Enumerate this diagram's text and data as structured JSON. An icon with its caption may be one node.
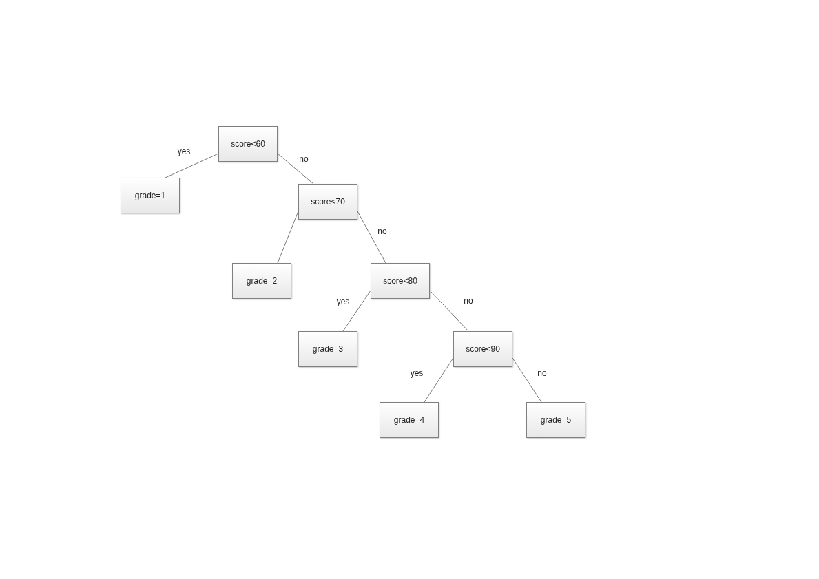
{
  "diagram": {
    "nodes": [
      {
        "text": [
          "score<60"
        ]
      },
      {
        "text": [
          "grade=1"
        ]
      },
      {
        "text": [
          "score<70"
        ]
      },
      {
        "text": [
          "grade=2"
        ]
      },
      {
        "text": [
          "score<80"
        ]
      },
      {
        "text": [
          "grade=3"
        ]
      },
      {
        "text": [
          "score<90"
        ]
      },
      {
        "text": [
          "grade=4"
        ]
      },
      {
        "text": [
          "grade=5"
        ]
      }
    ],
    "edges": [
      {
        "from": 0,
        "to": 1,
        "arrow": "none",
        "label": "yes"
      },
      {
        "from": 0,
        "to": 2,
        "arrow": "none",
        "label": "no"
      },
      {
        "from": 2,
        "to": 3,
        "arrow": "none"
      },
      {
        "from": 2,
        "to": 4,
        "arrow": "none",
        "label": "no"
      },
      {
        "from": 4,
        "to": 5,
        "arrow": "none",
        "label": "yes"
      },
      {
        "from": 4,
        "to": 6,
        "arrow": "none",
        "label": "no"
      },
      {
        "from": 6,
        "to": 7,
        "arrow": "none",
        "label": "yes"
      },
      {
        "from": 6,
        "to": 8,
        "arrow": "none",
        "label": "no"
      }
    ]
  }
}
